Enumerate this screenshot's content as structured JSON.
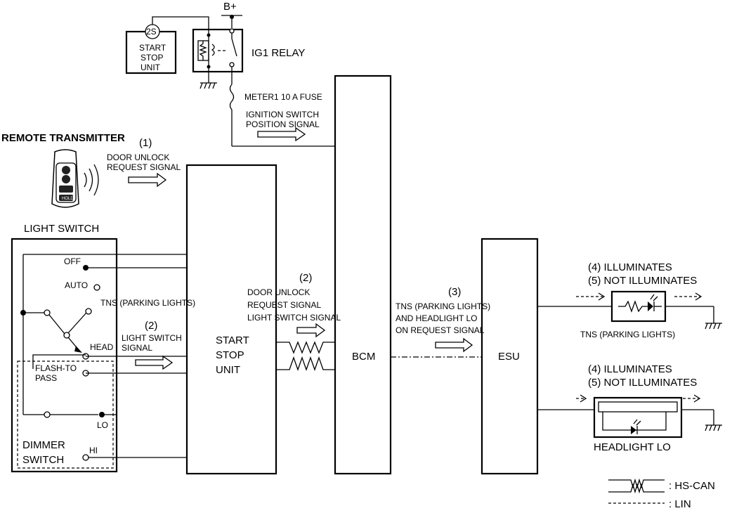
{
  "supply": {
    "b_plus": "B+"
  },
  "relay": {
    "label": "IG1 RELAY"
  },
  "start_stop_small": {
    "badge": "2S",
    "line1": "START",
    "line2": "STOP",
    "line3": "UNIT"
  },
  "fuse": {
    "label": "METER1 10 A FUSE"
  },
  "ignition_signal": {
    "line1": "IGNITION SWITCH",
    "line2": "POSITION SIGNAL"
  },
  "remote": {
    "title": "REMOTE TRANSMITTER",
    "step": "(1)",
    "sig1": "DOOR UNLOCK",
    "sig2": "REQUEST SIGNAL",
    "key_button": "HOLD"
  },
  "light_switch": {
    "title": "LIGHT SWITCH",
    "off": "OFF",
    "auto": "AUTO",
    "tns": "TNS (PARKING LIGHTS)",
    "head": "HEAD",
    "flash1": "FLASH-TO",
    "flash2": "PASS",
    "lo": "LO",
    "hi": "HI",
    "dimmer1": "DIMMER",
    "dimmer2": "SWITCH",
    "step": "(2)",
    "sig1": "LIGHT SWITCH",
    "sig2": "SIGNAL"
  },
  "ssu": {
    "line1": "START",
    "line2": "STOP",
    "line3": "UNIT"
  },
  "ssu_to_bcm": {
    "step": "(2)",
    "line1": "DOOR UNLOCK",
    "line2": "REQUEST SIGNAL",
    "line3": "LIGHT SWITCH SIGNAL"
  },
  "bcm": {
    "label": "BCM"
  },
  "bcm_to_esu": {
    "step": "(3)",
    "line1": "TNS (PARKING LIGHTS)",
    "line2": "AND HEADLIGHT LO",
    "line3": "ON REQUEST SIGNAL"
  },
  "esu": {
    "label": "ESU"
  },
  "tns_lamp": {
    "state1": "(4) ILLUMINATES",
    "state2": "(5) NOT ILLUMINATES",
    "label": "TNS (PARKING LIGHTS)"
  },
  "head_lamp": {
    "state1": "(4) ILLUMINATES",
    "state2": "(5) NOT ILLUMINATES",
    "label": "HEADLIGHT LO"
  },
  "legend": {
    "hscan": ": HS-CAN",
    "lin": ": LIN"
  }
}
